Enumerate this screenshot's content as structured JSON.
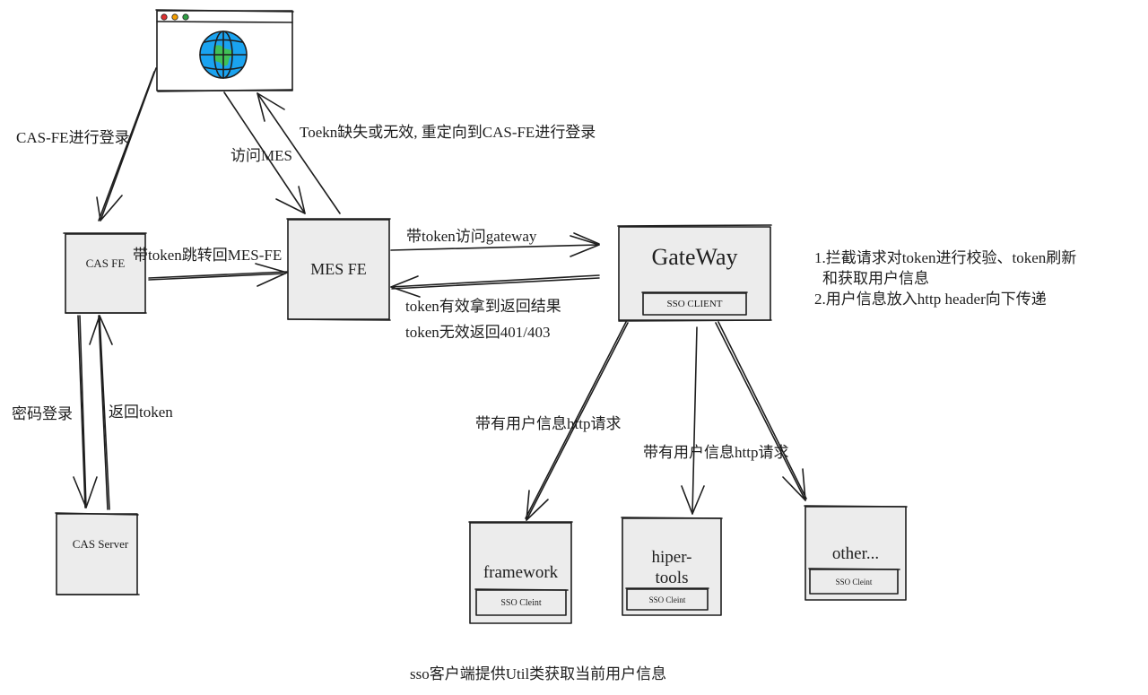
{
  "diagram": {
    "colors": {
      "stroke": "#1e1e1e",
      "box_fill": "#ececec",
      "browser_fill": "#ffffff",
      "globe_blue": "#1aa3f0",
      "globe_green": "#40c057",
      "dot_red": "#e03131",
      "dot_yellow": "#f59f00",
      "dot_green": "#2f9e44"
    },
    "nodes": {
      "browser": {
        "icon": "globe-icon"
      },
      "cas_fe": {
        "label": "CAS FE"
      },
      "mes_fe": {
        "label": "MES FE"
      },
      "gateway": {
        "label": "GateWay",
        "inner_label": "SSO CLIENT"
      },
      "cas_server": {
        "label": "CAS Server"
      },
      "framework": {
        "label": "framework",
        "inner_label": "SSO Cleint"
      },
      "hiper_tools": {
        "label_line1": "hiper-",
        "label_line2": "tools",
        "inner_label": "SSO Cleint"
      },
      "other": {
        "label": "other...",
        "inner_label": "SSO Cleint"
      }
    },
    "edges": {
      "browser_to_cas_fe": "CAS-FE进行登录",
      "browser_to_mes_fe": "访问MES",
      "mes_fe_to_browser": "Toekn缺失或无效, 重定向到CAS-FE进行登录",
      "cas_fe_to_mes_fe": "带token跳转回MES-FE",
      "mes_fe_to_gateway": "带token访问gateway",
      "gateway_to_mes_fe_line1": "token有效拿到返回结果",
      "gateway_to_mes_fe_line2": "token无效返回401/403",
      "cas_fe_to_cas_server": "密码登录",
      "cas_server_to_cas_fe": "返回token",
      "gateway_to_framework": "带有用户信息http请求",
      "gateway_to_hiper_tools": "带有用户信息http请求"
    },
    "notes": {
      "gateway_line1": "1.拦截请求对token进行校验、token刷新",
      "gateway_line2": "和获取用户信息",
      "gateway_line3": "2.用户信息放入http header向下传递",
      "footer": "sso客户端提供Util类获取当前用户信息"
    }
  }
}
